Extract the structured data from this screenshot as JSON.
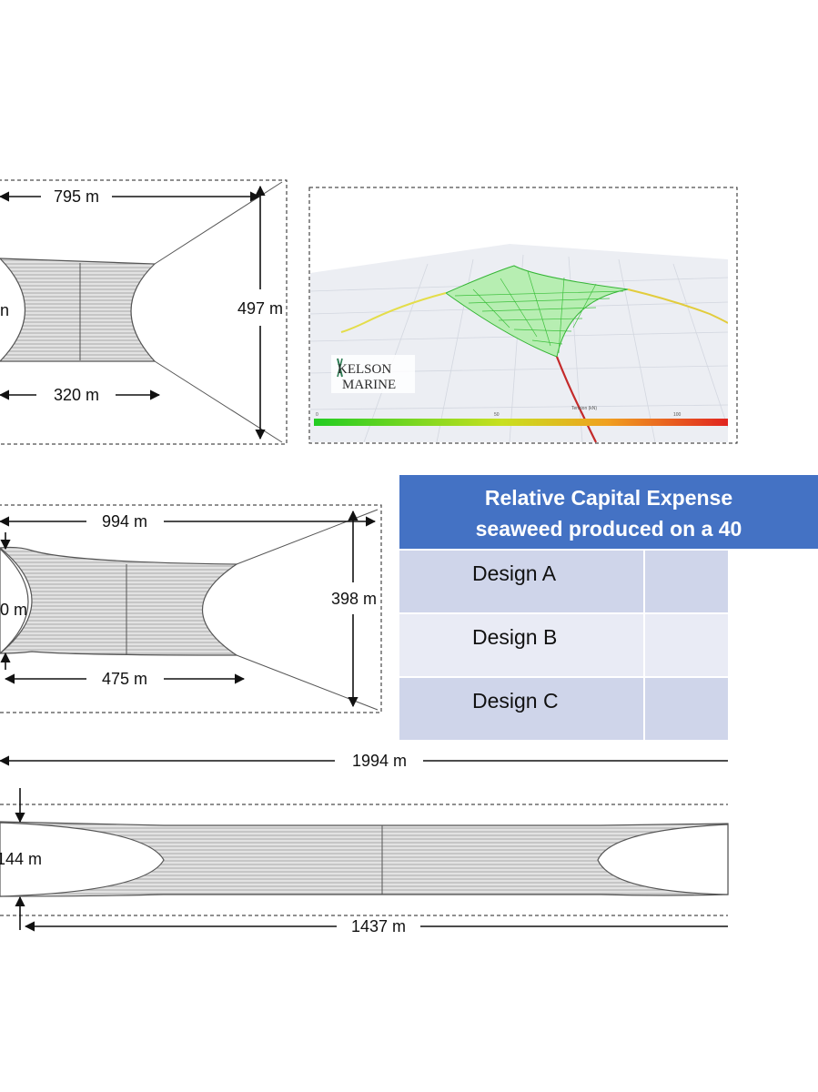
{
  "designA": {
    "width_label": "795 m",
    "height_label": "497 m",
    "inner_label": "320 m",
    "partial_label": "n"
  },
  "render": {
    "brand_line1": "KELSON",
    "brand_line2": "MARINE",
    "scale_ticks": [
      "0",
      "50",
      "Tension (kN)",
      "100"
    ],
    "colors": {
      "mesh": "#32c832",
      "mooring_low": "#e8e040",
      "mooring_high": "#c82020"
    }
  },
  "designB": {
    "width_label": "994 m",
    "height_label": "398 m",
    "inner_label": "475 m",
    "partial_label": "0 m"
  },
  "designC": {
    "width_label": "1994 m",
    "inner_label": "1437 m",
    "partial_label": "144 m"
  },
  "table": {
    "header_line1": "Relative Capital Expense",
    "header_line2": "seaweed produced on a 40",
    "rows": [
      {
        "label": "Design A"
      },
      {
        "label": "Design B"
      },
      {
        "label": "Design C"
      }
    ],
    "colors": {
      "header": "#4472c4",
      "row_dark": "#cfd5ea",
      "row_light": "#e9ebf5"
    }
  }
}
